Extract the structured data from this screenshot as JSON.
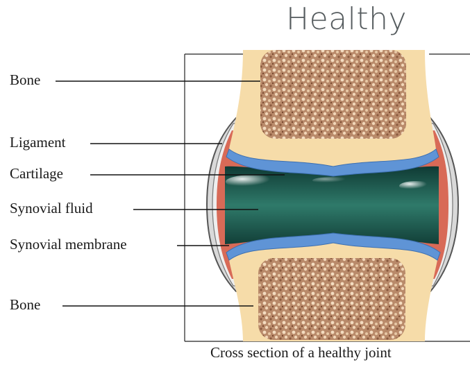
{
  "title": "Healthy",
  "labels": {
    "bone_top": "Bone",
    "ligament": "Ligament",
    "cartilage": "Cartilage",
    "synovial_fluid": "Synovial fluid",
    "synovial_membrane": "Synovial membrane",
    "bone_bottom": "Bone"
  },
  "caption": "Cross section of a healthy joint"
}
